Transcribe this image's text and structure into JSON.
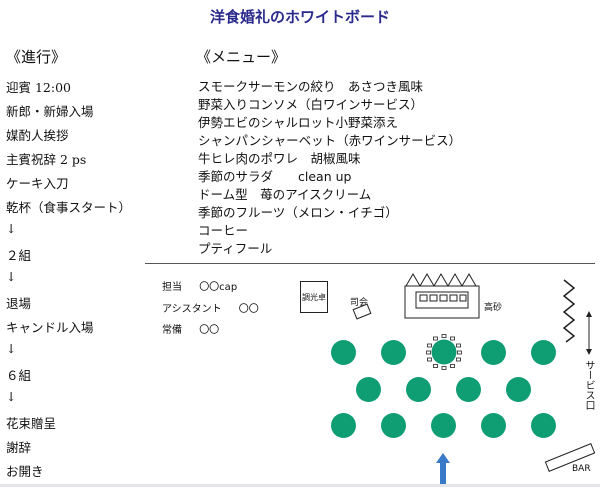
{
  "title": "洋食婚礼のホワイトボード",
  "program": {
    "heading": "《進行》",
    "items": [
      "迎賓 12:00",
      "新郎・新婦入場",
      "媒酌人挨拶",
      "主賓祝辞 2 ps",
      "ケーキ入刀",
      "乾杯（食事スタート）",
      "↓",
      "２組",
      "↓",
      "退場",
      "キャンドル入場",
      "↓",
      "６組",
      "↓",
      "花束贈呈",
      "謝辞",
      "お開き"
    ]
  },
  "menu": {
    "heading": "《メニュー》",
    "items": [
      "スモークサーモンの絞り　あさつき風味",
      "野菜入りコンソメ（白ワインサービス）",
      "伊勢エビのシャルロット小野菜添え",
      "シャンパンシャーベット（赤ワインサービス）",
      "牛ヒレ肉のポワレ　胡椒風味",
      "季節のサラダ　　clean up",
      "ドーム型　苺のアイスクリーム",
      "季節のフルーツ（メロン・イチゴ）",
      "コーヒー",
      "プティフール"
    ]
  },
  "staff": [
    {
      "role": "担当",
      "name": "〇〇cap"
    },
    {
      "role": "アシスタント",
      "name": "〇〇"
    },
    {
      "role": "常備",
      "name": "〇〇"
    }
  ],
  "floor": {
    "lighting": "調光卓",
    "mc": "司会",
    "head_table": "高砂",
    "service_door": "サービス口",
    "bar": "BAR"
  },
  "colors": {
    "title": "#2a2a8c",
    "table": "#0f9d73",
    "arrow": "#3a78c8"
  }
}
